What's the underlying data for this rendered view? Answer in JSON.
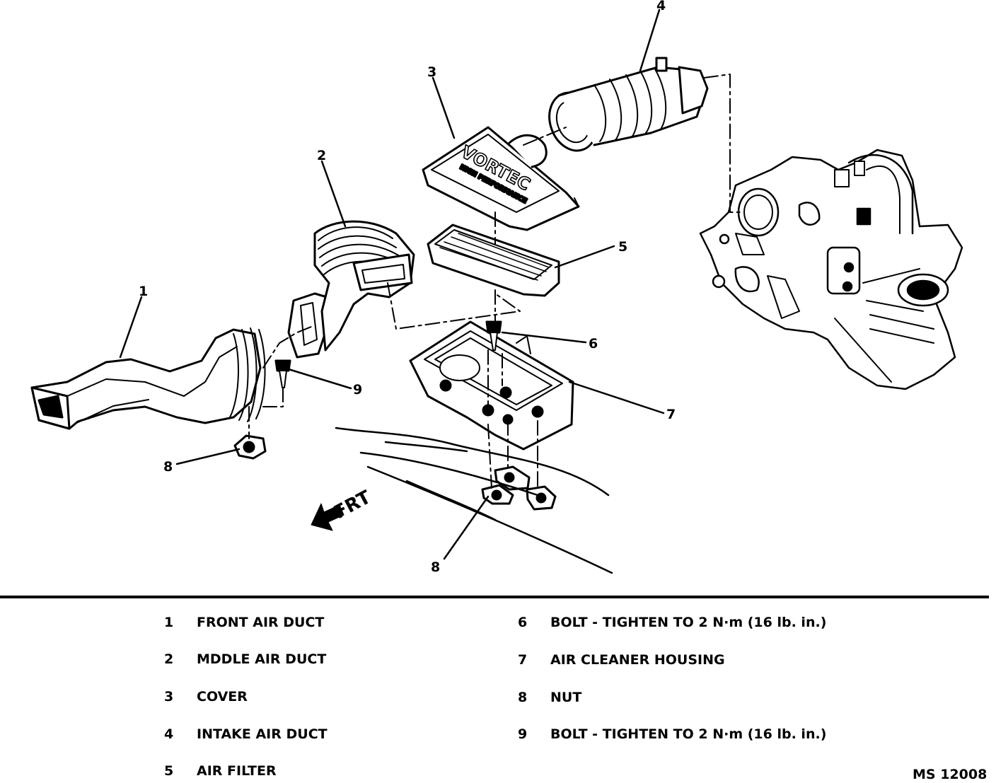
{
  "figure": {
    "id": "MS 12008",
    "callouts": [
      "1",
      "2",
      "3",
      "4",
      "5",
      "6",
      "7",
      "8",
      "8",
      "9"
    ],
    "frt_label": "FRT",
    "cover_brand": "VORTEC",
    "cover_subtext": "HIGH PERFORMANCE"
  },
  "legend": {
    "items": [
      {
        "number": "1",
        "text": "FRONT AIR DUCT"
      },
      {
        "number": "2",
        "text": "MDDLE AIR DUCT"
      },
      {
        "number": "3",
        "text": "COVER"
      },
      {
        "number": "4",
        "text": "INTAKE AIR DUCT"
      },
      {
        "number": "5",
        "text": "AIR FILTER"
      },
      {
        "number": "6",
        "text": "BOLT - TIGHTEN TO 2 N·m (16 lb. in.)"
      },
      {
        "number": "7",
        "text": "AIR CLEANER HOUSING"
      },
      {
        "number": "8",
        "text": "NUT"
      },
      {
        "number": "9",
        "text": "BOLT - TIGHTEN TO 2 N·m (16 lb. in.)"
      }
    ]
  }
}
